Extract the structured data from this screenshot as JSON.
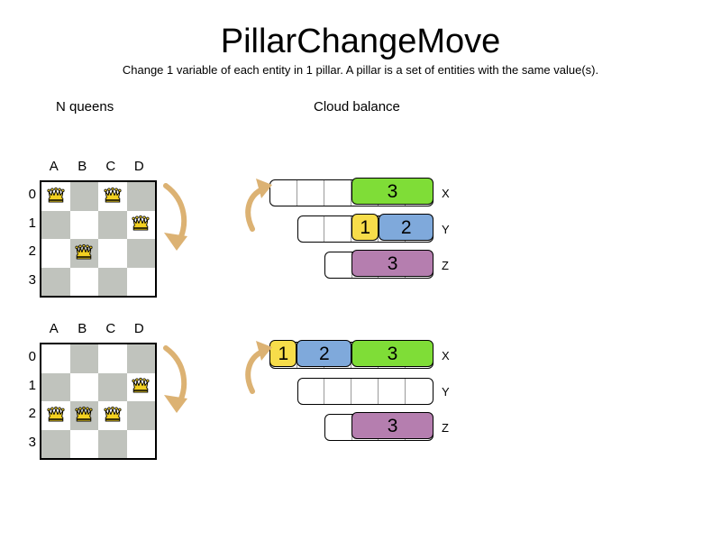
{
  "header": {
    "title": "PillarChangeMove",
    "subtitle": "Change 1 variable of each entity in 1 pillar. A pillar is a set of entities with the same value(s)."
  },
  "sections": {
    "nqueens_label": "N queens",
    "cloud_label": "Cloud balance"
  },
  "colors": {
    "green": "#7FDD37",
    "yellow": "#F7DD4A",
    "blue": "#7FA9DB",
    "purple": "#B57EAF",
    "dark_square": "#C0C3BD",
    "light_square": "#FFFFFF",
    "queen_fill": "#F2D021",
    "arrow": "#DCB273",
    "outline": "#000000"
  },
  "nqueens": {
    "column_labels": [
      "A",
      "B",
      "C",
      "D"
    ],
    "row_labels": [
      "0",
      "1",
      "2",
      "3"
    ],
    "boards": [
      {
        "name": "before",
        "queens": [
          {
            "col": 0,
            "row": 0
          },
          {
            "col": 2,
            "row": 0
          },
          {
            "col": 3,
            "row": 1
          },
          {
            "col": 1,
            "row": 2
          }
        ]
      },
      {
        "name": "after",
        "queens": [
          {
            "col": 3,
            "row": 1
          },
          {
            "col": 0,
            "row": 2
          },
          {
            "col": 1,
            "row": 2
          },
          {
            "col": 2,
            "row": 2
          }
        ]
      }
    ]
  },
  "cloud_balance": {
    "rows": [
      {
        "name": "before",
        "computers": [
          {
            "label": "X",
            "capacity": 6,
            "empty_cells": 3,
            "processes": [
              {
                "value": "3",
                "size": 3,
                "color": "#7FDD37"
              }
            ]
          },
          {
            "label": "Y",
            "capacity": 5,
            "empty_cells": 2,
            "processes": [
              {
                "value": "1",
                "size": 1,
                "color": "#F7DD4A"
              },
              {
                "value": "2",
                "size": 2,
                "color": "#7FA9DB"
              }
            ]
          },
          {
            "label": "Z",
            "capacity": 4,
            "empty_cells": 1,
            "processes": [
              {
                "value": "3",
                "size": 3,
                "color": "#B57EAF"
              }
            ]
          }
        ]
      },
      {
        "name": "after",
        "computers": [
          {
            "label": "X",
            "capacity": 6,
            "empty_cells": 0,
            "processes": [
              {
                "value": "1",
                "size": 1,
                "color": "#F7DD4A"
              },
              {
                "value": "2",
                "size": 2,
                "color": "#7FA9DB"
              },
              {
                "value": "3",
                "size": 3,
                "color": "#7FDD37"
              }
            ]
          },
          {
            "label": "Y",
            "capacity": 5,
            "empty_cells": 5,
            "processes": []
          },
          {
            "label": "Z",
            "capacity": 4,
            "empty_cells": 1,
            "processes": [
              {
                "value": "3",
                "size": 3,
                "color": "#B57EAF"
              }
            ]
          }
        ]
      }
    ]
  },
  "arrows": [
    {
      "name": "nqueens-move-arrow",
      "direction": "down"
    },
    {
      "name": "cloud-move-arrow",
      "direction": "up"
    }
  ]
}
